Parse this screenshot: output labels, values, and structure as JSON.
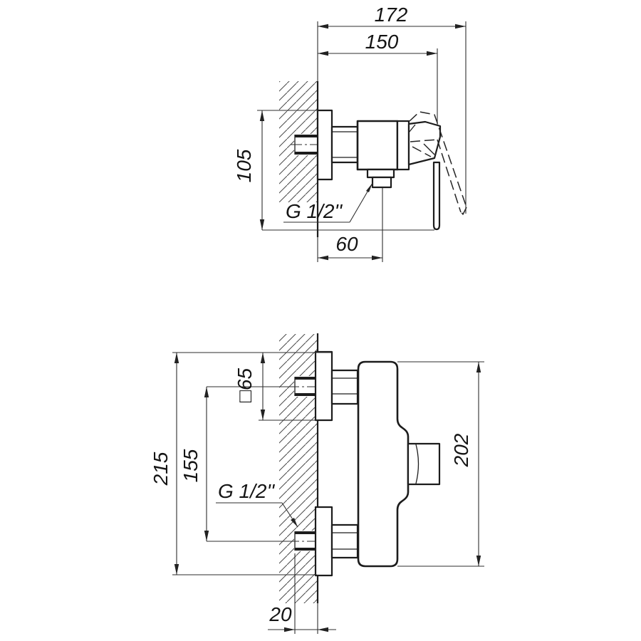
{
  "colors": {
    "background": "#ffffff",
    "outline": "#1c1c1c",
    "thin_line": "#2e2e2e",
    "text": "#141414"
  },
  "side_view": {
    "total_depth": "172",
    "body_depth": "150",
    "height": "105",
    "outlet_offset": "60",
    "thread": "G 1/2''"
  },
  "front_view": {
    "total_height": "215",
    "inlet_spacing": "155",
    "plate_size": "□65",
    "body_height": "202",
    "wall_inset": "20",
    "thread": "G 1/2''"
  }
}
